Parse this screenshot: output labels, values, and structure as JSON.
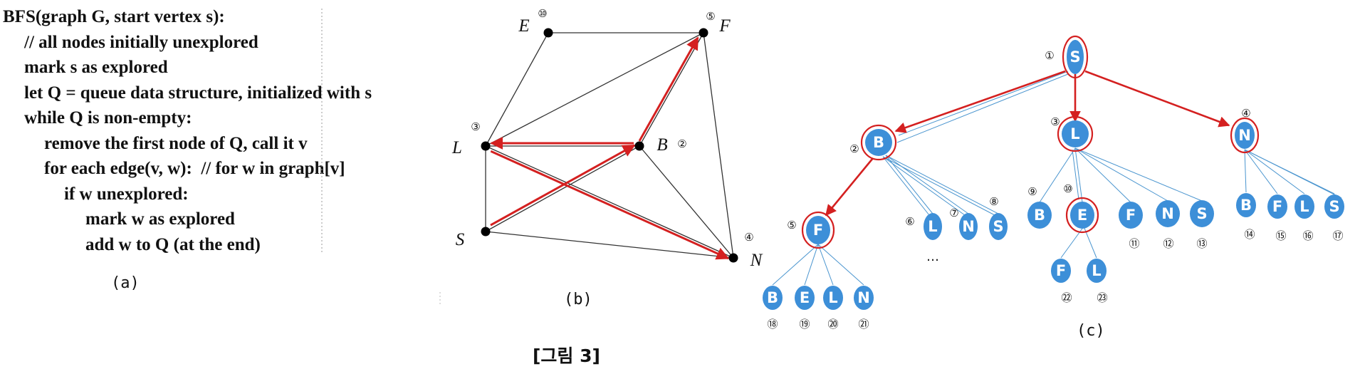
{
  "pseudocode": {
    "lines": [
      "BFS(graph G, start vertex s):",
      "// all nodes initially unexplored",
      "mark s as explored",
      "let Q = queue data structure, initialized with s",
      "while Q is non-empty:",
      "remove the first node of Q, call it v",
      "for each edge(v, w):  // for w in graph[v]",
      "if w unexplored:",
      "mark w as explored",
      "add w to Q (at the end)"
    ]
  },
  "captions": {
    "a": "(a)",
    "b": "(b)",
    "c": "(c)"
  },
  "figure_title": "[그림  3]",
  "graph_b": {
    "vertices": [
      {
        "id": "E",
        "label": "E",
        "order": "⑩"
      },
      {
        "id": "F",
        "label": "F",
        "order": "⑤"
      },
      {
        "id": "L",
        "label": "L",
        "order": "③"
      },
      {
        "id": "B",
        "label": "B",
        "order": "②"
      },
      {
        "id": "S",
        "label": "S",
        "order": ""
      },
      {
        "id": "N",
        "label": "N",
        "order": "④"
      }
    ],
    "edges": [
      [
        "E",
        "F"
      ],
      [
        "E",
        "L"
      ],
      [
        "F",
        "L"
      ],
      [
        "F",
        "B"
      ],
      [
        "F",
        "N"
      ],
      [
        "L",
        "B"
      ],
      [
        "L",
        "S"
      ],
      [
        "L",
        "N"
      ],
      [
        "B",
        "S"
      ],
      [
        "B",
        "N"
      ],
      [
        "S",
        "N"
      ]
    ],
    "bfs_edges": [
      [
        "B",
        "F"
      ],
      [
        "B",
        "L"
      ],
      [
        "S",
        "B"
      ],
      [
        "L",
        "N"
      ]
    ],
    "colors": {
      "edge": "#333333",
      "bfs": "#d42020",
      "vertex": "#000000"
    }
  },
  "tree_c": {
    "root": {
      "label": "S",
      "order": "①"
    },
    "level1": [
      {
        "label": "B",
        "order": "②"
      },
      {
        "label": "L",
        "order": "③"
      },
      {
        "label": "N",
        "order": "④"
      }
    ],
    "B_children_more": [
      {
        "label": "L",
        "order": "⑥"
      },
      {
        "label": "N",
        "order": "⑦"
      },
      {
        "label": "S",
        "order": "⑧"
      }
    ],
    "B_child_F": {
      "label": "F",
      "order": "⑤"
    },
    "F_children": [
      {
        "label": "B",
        "order": "⑱"
      },
      {
        "label": "E",
        "order": "⑲"
      },
      {
        "label": "L",
        "order": "⑳"
      },
      {
        "label": "N",
        "order": "㉑"
      }
    ],
    "ellipsis": "…",
    "L_children": [
      {
        "label": "B",
        "order": "⑨"
      },
      {
        "label": "E",
        "order": "⑩"
      },
      {
        "label": "F",
        "order": "⑪"
      },
      {
        "label": "N",
        "order": "⑫"
      },
      {
        "label": "S",
        "order": "⑬"
      }
    ],
    "E_children": [
      {
        "label": "F",
        "order": "㉒"
      },
      {
        "label": "L",
        "order": "㉓"
      }
    ],
    "N_children": [
      {
        "label": "B",
        "order": "⑭"
      },
      {
        "label": "F",
        "order": "⑮"
      },
      {
        "label": "L",
        "order": "⑯"
      },
      {
        "label": "S",
        "order": "⑰"
      }
    ],
    "colors": {
      "node": "#3d8fd8",
      "node_dark": "#4d87c4",
      "ring": "#d42020",
      "tree_edge": "#d42020",
      "thin_edge": "#4a95cf"
    }
  }
}
